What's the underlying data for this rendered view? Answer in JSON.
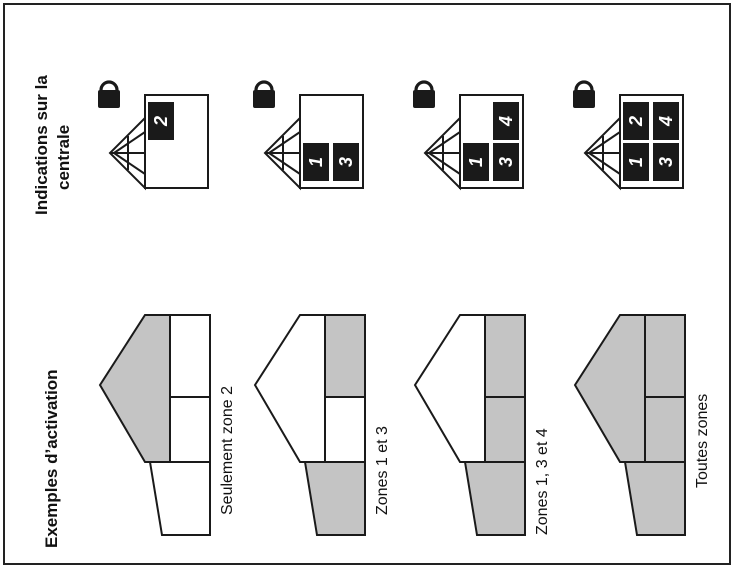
{
  "headers": {
    "examples": "Exemples d’activation",
    "indications_line1": "Indications sur la",
    "indications_line2": "centrale"
  },
  "colors": {
    "shaded": "#c4c4c4",
    "ink": "#1a1a1a",
    "lit_box": "#1a1a1a"
  },
  "icons": [
    "padlock-icon",
    "greenhouse-icon"
  ],
  "examples": [
    {
      "caption": "Seulement zone 2",
      "active_zones": [
        "2"
      ],
      "panel": [
        "",
        "2",
        "",
        ""
      ]
    },
    {
      "caption": "Zones 1 et 3",
      "active_zones": [
        "1",
        "3"
      ],
      "panel": [
        "1",
        "",
        "3",
        ""
      ]
    },
    {
      "caption": "Zones 1, 3 et 4",
      "active_zones": [
        "1",
        "3",
        "4"
      ],
      "panel": [
        "1",
        "",
        "3",
        "4"
      ]
    },
    {
      "caption": "Toutes zones",
      "active_zones": [
        "1",
        "2",
        "3",
        "4"
      ],
      "panel": [
        "1",
        "2",
        "3",
        "4"
      ]
    }
  ]
}
